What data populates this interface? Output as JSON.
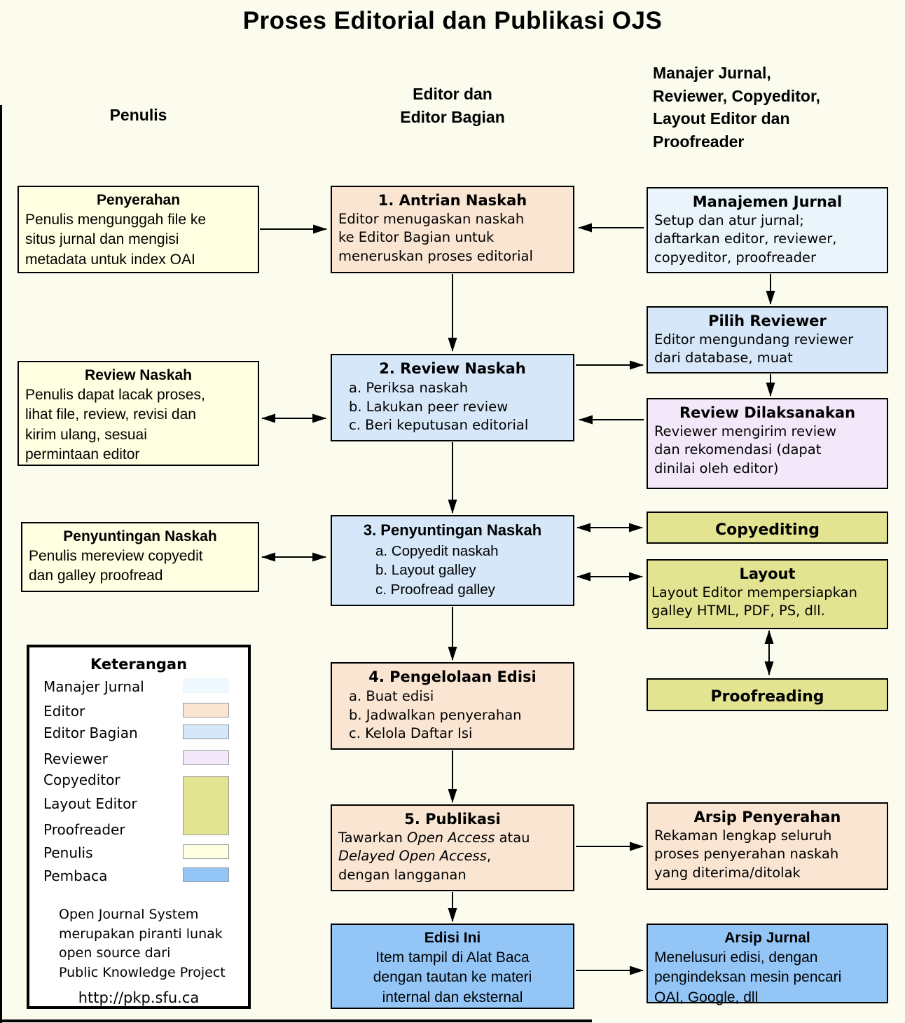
{
  "title": "Proses Editorial dan Publikasi OJS",
  "columns": {
    "left": "Penulis",
    "center": "Editor dan\nEditor Bagian",
    "right": "Manajer Jurnal,\nReviewer, Copyeditor,\nLayout Editor dan\nProofreader"
  },
  "colors": {
    "background": "#fbfbee",
    "penulis_box": "#ffffe1",
    "editor_box": "#fae5d2",
    "editor_bagian_box": "#d5e7f8",
    "manajer_jurnal_box": "#eaf5fb",
    "reviewer_box": "#f2e8f9",
    "copyeditor_layout_proofreader_box": "#e2e492",
    "pembaca_box": "#93c6f7",
    "border": "#000000"
  },
  "boxes": {
    "penyerahan": {
      "title": "Penyerahan",
      "body": "Penulis mengunggah file ke\nsitus jurnal dan mengisi\nmetadata untuk index OAI"
    },
    "antrian": {
      "title": "1. Antrian Naskah",
      "body": "Editor menugaskan naskah\nke Editor Bagian untuk\nmeneruskan proses editorial"
    },
    "manajemen": {
      "title": "Manajemen Jurnal",
      "body": "Setup dan atur jurnal;\ndaftarkan editor, reviewer,\ncopyeditor, proofreader"
    },
    "review_naskah_penulis": {
      "title": "Review Naskah",
      "body": "Penulis dapat lacak proses,\nlihat file, review, revisi dan\nkirim ulang, sesuai\npermintaan editor"
    },
    "review_naskah": {
      "title": "2. Review Naskah",
      "items": [
        "a. Periksa naskah",
        "b. Lakukan peer review",
        "c. Beri keputusan editorial"
      ]
    },
    "pilih_reviewer": {
      "title": "Pilih Reviewer",
      "body": "Editor mengundang reviewer\ndari database, muat"
    },
    "review_dilaksanakan": {
      "title": "Review Dilaksanakan",
      "body": "Reviewer mengirim review\ndan rekomendasi (dapat\ndinilai oleh editor)"
    },
    "penyuntingan_penulis": {
      "title": "Penyuntingan Naskah",
      "body": "Penulis mereview copyedit\ndan galley proofread"
    },
    "penyuntingan": {
      "title": "3. Penyuntingan Naskah",
      "items": [
        "a. Copyedit naskah",
        "b. Layout galley",
        "c. Proofread galley"
      ]
    },
    "copyediting": {
      "title": "Copyediting"
    },
    "layout": {
      "title": "Layout",
      "body": "Layout Editor mempersiapkan\ngalley HTML, PDF, PS, dll."
    },
    "proofreading": {
      "title": "Proofreading"
    },
    "pengelolaan": {
      "title": "4. Pengelolaan Edisi",
      "items": [
        "a. Buat edisi",
        "b. Jadwalkan penyerahan",
        "c. Kelola Daftar Isi"
      ]
    },
    "publikasi": {
      "title": "5. Publikasi",
      "t1": "Tawarkan ",
      "t2": "Open Access",
      "t3": " atau\n",
      "t4": "Delayed Open Access",
      "t5": ",\ndengan langganan"
    },
    "arsip_penyerahan": {
      "title": "Arsip Penyerahan",
      "body": "Rekaman lengkap seluruh\nproses penyerahan naskah\nyang diterima/ditolak"
    },
    "edisi_ini": {
      "title": "Edisi Ini",
      "body": "Item tampil di Alat Baca\ndengan tautan ke materi\ninternal dan eksternal"
    },
    "arsip_jurnal": {
      "title": "Arsip Jurnal",
      "body": "Menelusuri edisi, dengan\npengindeksan mesin pencari\nOAI, Google, dll"
    }
  },
  "legend": {
    "title": "Keterangan",
    "items": [
      {
        "label": "Manajer Jurnal",
        "color": "#f0f8ff"
      },
      {
        "label": "Editor",
        "color": "#fae5d2"
      },
      {
        "label": "Editor Bagian",
        "color": "#d5e7f8"
      },
      {
        "label": "Reviewer",
        "color": "#f2e8f9"
      },
      {
        "label": "Copyeditor",
        "color": "#e2e492"
      },
      {
        "label": "Layout Editor",
        "color": "#e2e492"
      },
      {
        "label": "Proofreader",
        "color": "#e2e492"
      },
      {
        "label": "Penulis",
        "color": "#ffffe1"
      },
      {
        "label": "Pembaca",
        "color": "#93c6f7"
      }
    ],
    "footer": "Open Journal System\nmerupakan piranti lunak\nopen source dari\nPublic Knowledge Project",
    "url": "http://pkp.sfu.ca"
  }
}
